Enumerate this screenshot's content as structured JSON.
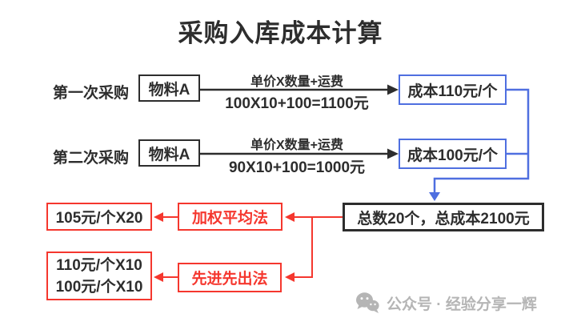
{
  "title": "采购入库成本计算",
  "colors": {
    "ink": "#2d2d2d",
    "accent_blue": "#4f6fe0",
    "accent_red": "#f5372e",
    "watermark_gray": "#b5b5b5",
    "background": "#ffffff"
  },
  "flow": {
    "rows": [
      {
        "label": "第一次采购",
        "material": "物料A",
        "formula_label": "单价X数量+运费",
        "formula": "100X10+100=1100元",
        "result": "成本110元/个"
      },
      {
        "label": "第二次采购",
        "material": "物料A",
        "formula_label": "单价X数量+运费",
        "formula": "90X10+100=1000元",
        "result": "成本100元/个"
      }
    ],
    "total": "总数20个，总成本2100元",
    "methods": [
      {
        "name": "加权平均法",
        "result_lines": [
          "105元/个X20"
        ]
      },
      {
        "name": "先进先出法",
        "result_lines": [
          "110元/个X10",
          "100元/个X10"
        ]
      }
    ]
  },
  "watermark": {
    "icon": "wechat-icon",
    "text": "公众号 · 经验分享一辉"
  }
}
